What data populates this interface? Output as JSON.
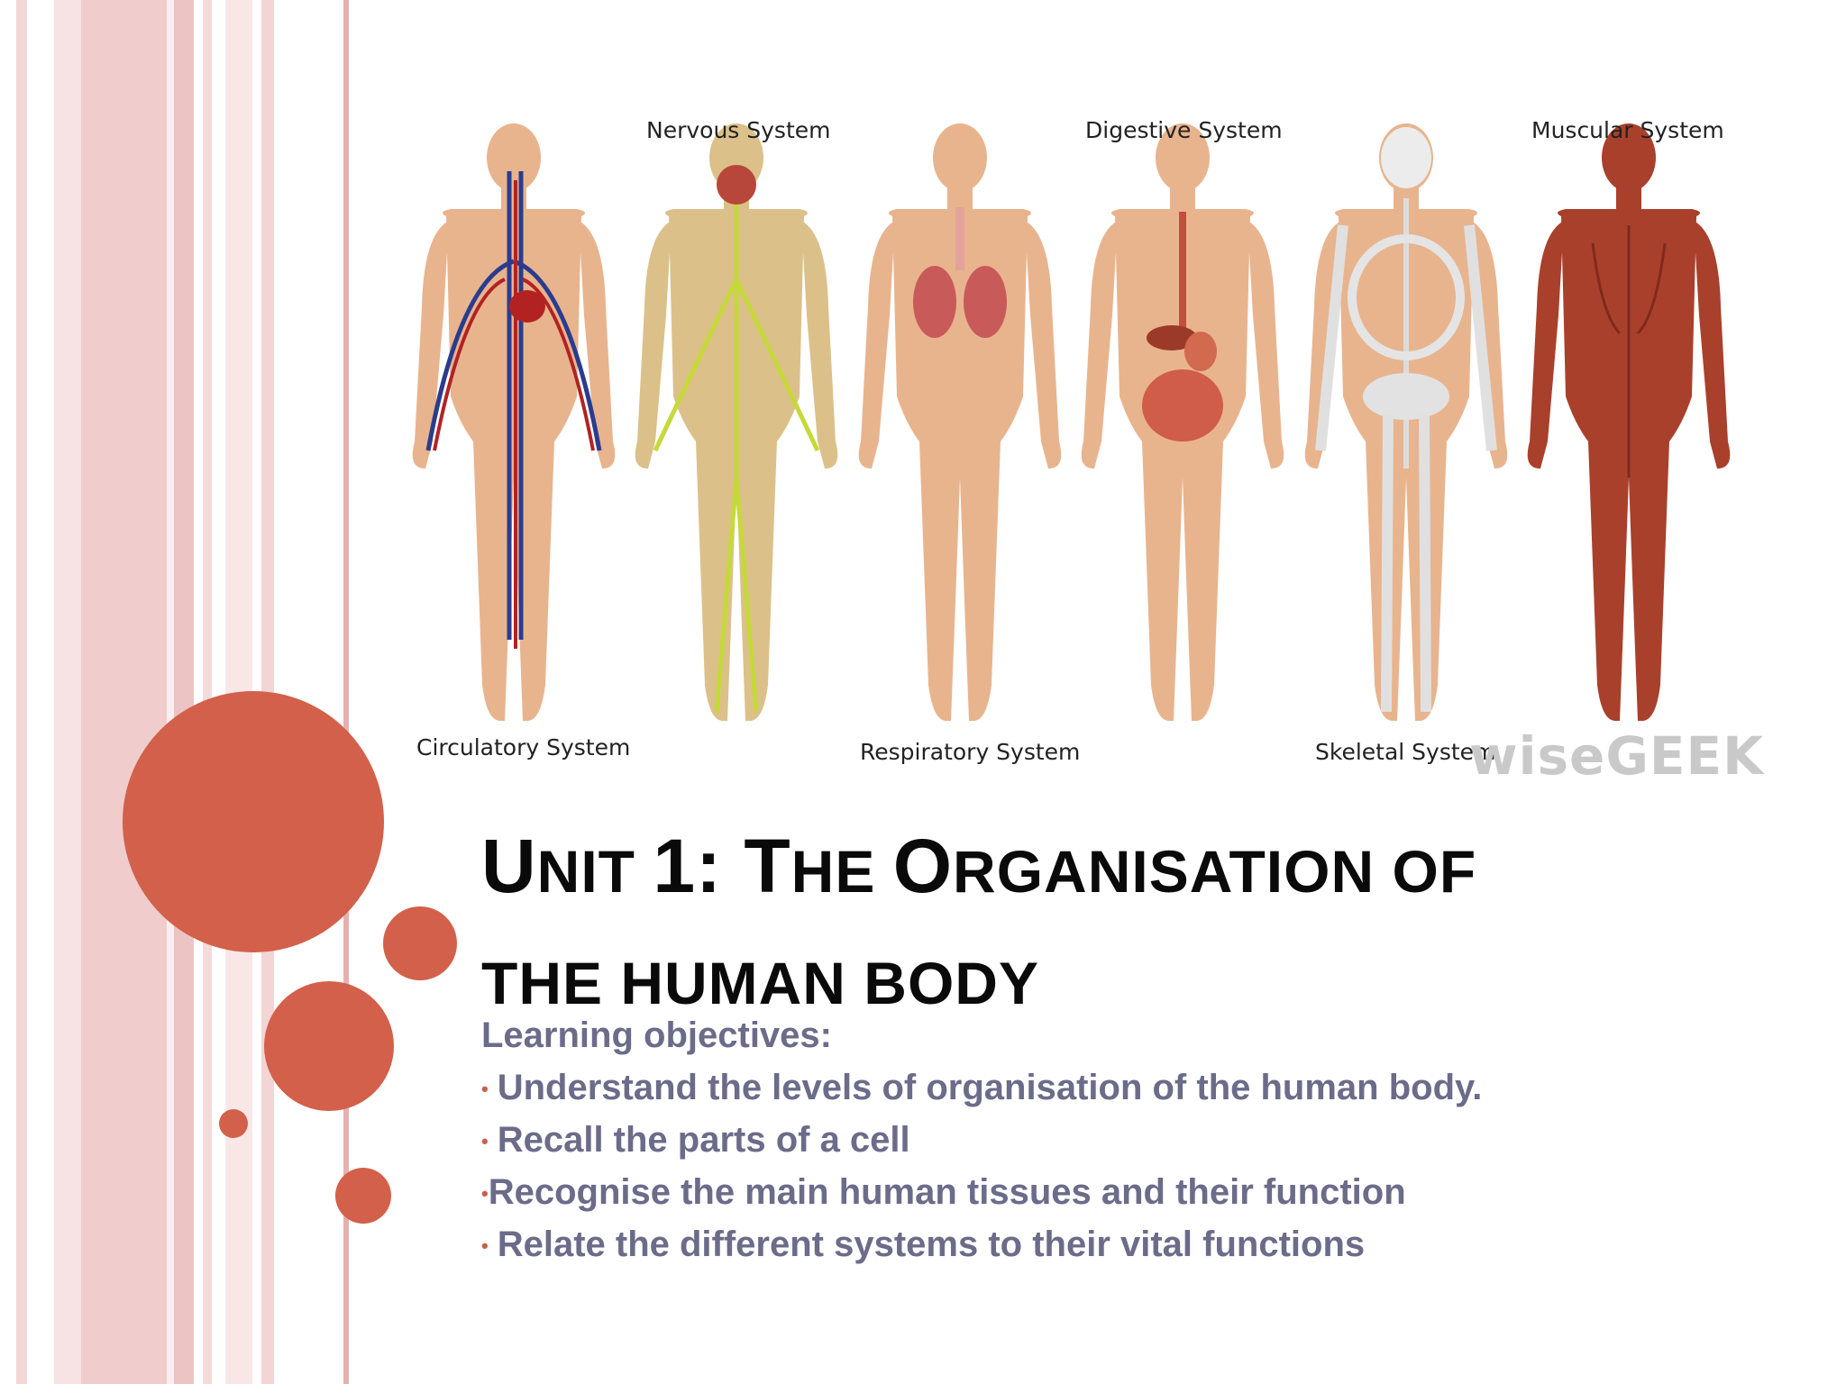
{
  "slide": {
    "systems": [
      {
        "label": "Nervous System"
      },
      {
        "label": "Digestive System"
      },
      {
        "label": "Muscular System"
      },
      {
        "label": "Circulatory System"
      },
      {
        "label": "Respiratory System"
      },
      {
        "label": "Skeletal System"
      }
    ],
    "watermark": "wiseGEEK",
    "title_line1_big_a": "U",
    "title_line1_small_a": "NIT ",
    "title_line1_big_b": "1: T",
    "title_line1_small_b": "HE ",
    "title_line1_big_c": "O",
    "title_line1_small_c": "RGANISATION OF",
    "title_line2": "THE HUMAN BODY",
    "objectives_heading": "Learning objectives:",
    "objectives": [
      "Understand the levels of organisation of the human body.",
      "Recall the parts of a cell",
      "Recognise the main human tissues and their function",
      "Relate the different systems to their vital functions"
    ]
  },
  "colors": {
    "accent": "#d3604a",
    "stripe_light": "#f6dede",
    "stripe_mid": "#eab8b8",
    "text_objectives": "#6b6b8a",
    "title": "#0a0a0a"
  }
}
